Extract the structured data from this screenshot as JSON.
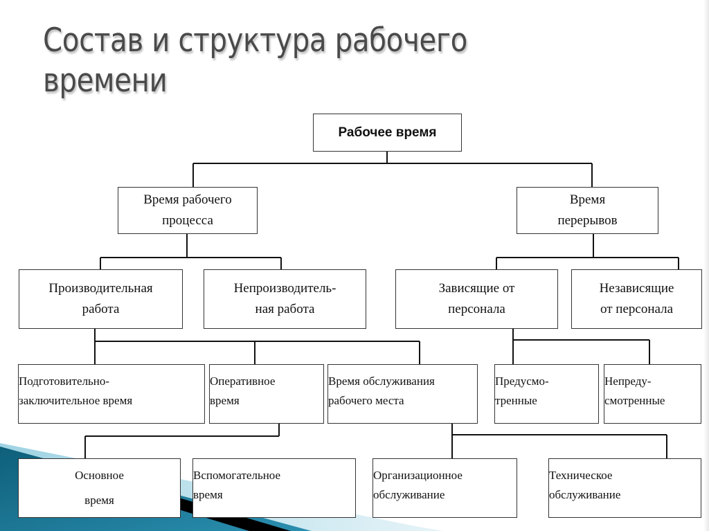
{
  "slide": {
    "title_lines": [
      "Состав и структура рабочего",
      "времени"
    ]
  },
  "diagram": {
    "root": "Рабочее время",
    "level1": {
      "process": [
        "Время рабочего",
        "процесса"
      ],
      "breaks": [
        "Время",
        "перерывов"
      ]
    },
    "level2": {
      "productive": [
        "Производительная",
        "работа"
      ],
      "unproductive": [
        "Непроизводитель-",
        "ная работа"
      ],
      "dependent": [
        "Зависящие от",
        "персонала"
      ],
      "independent": [
        "Независящие",
        "от персонала"
      ]
    },
    "level3": {
      "prep_final": [
        "Подготовительно-",
        "заключительное время"
      ],
      "operative": [
        "Оперативное",
        "время"
      ],
      "workplace_service": [
        "Время обслуживания",
        "рабочего места"
      ],
      "planned": [
        "Предусмо-",
        "тренные"
      ],
      "unplanned": [
        "Непреду-",
        "смотренные"
      ]
    },
    "level4": {
      "main": [
        "Основное",
        "время"
      ],
      "auxiliary": [
        "Вспомогательное",
        "время"
      ],
      "organizational": [
        "Организационное",
        "обслуживание"
      ],
      "technical": [
        "Техническое",
        "обслуживание"
      ]
    }
  },
  "colors": {
    "title": "#4a4a4a",
    "lines": "#111111",
    "deco_dark": "#0e5f7a",
    "deco_light": "#5db6d0"
  }
}
